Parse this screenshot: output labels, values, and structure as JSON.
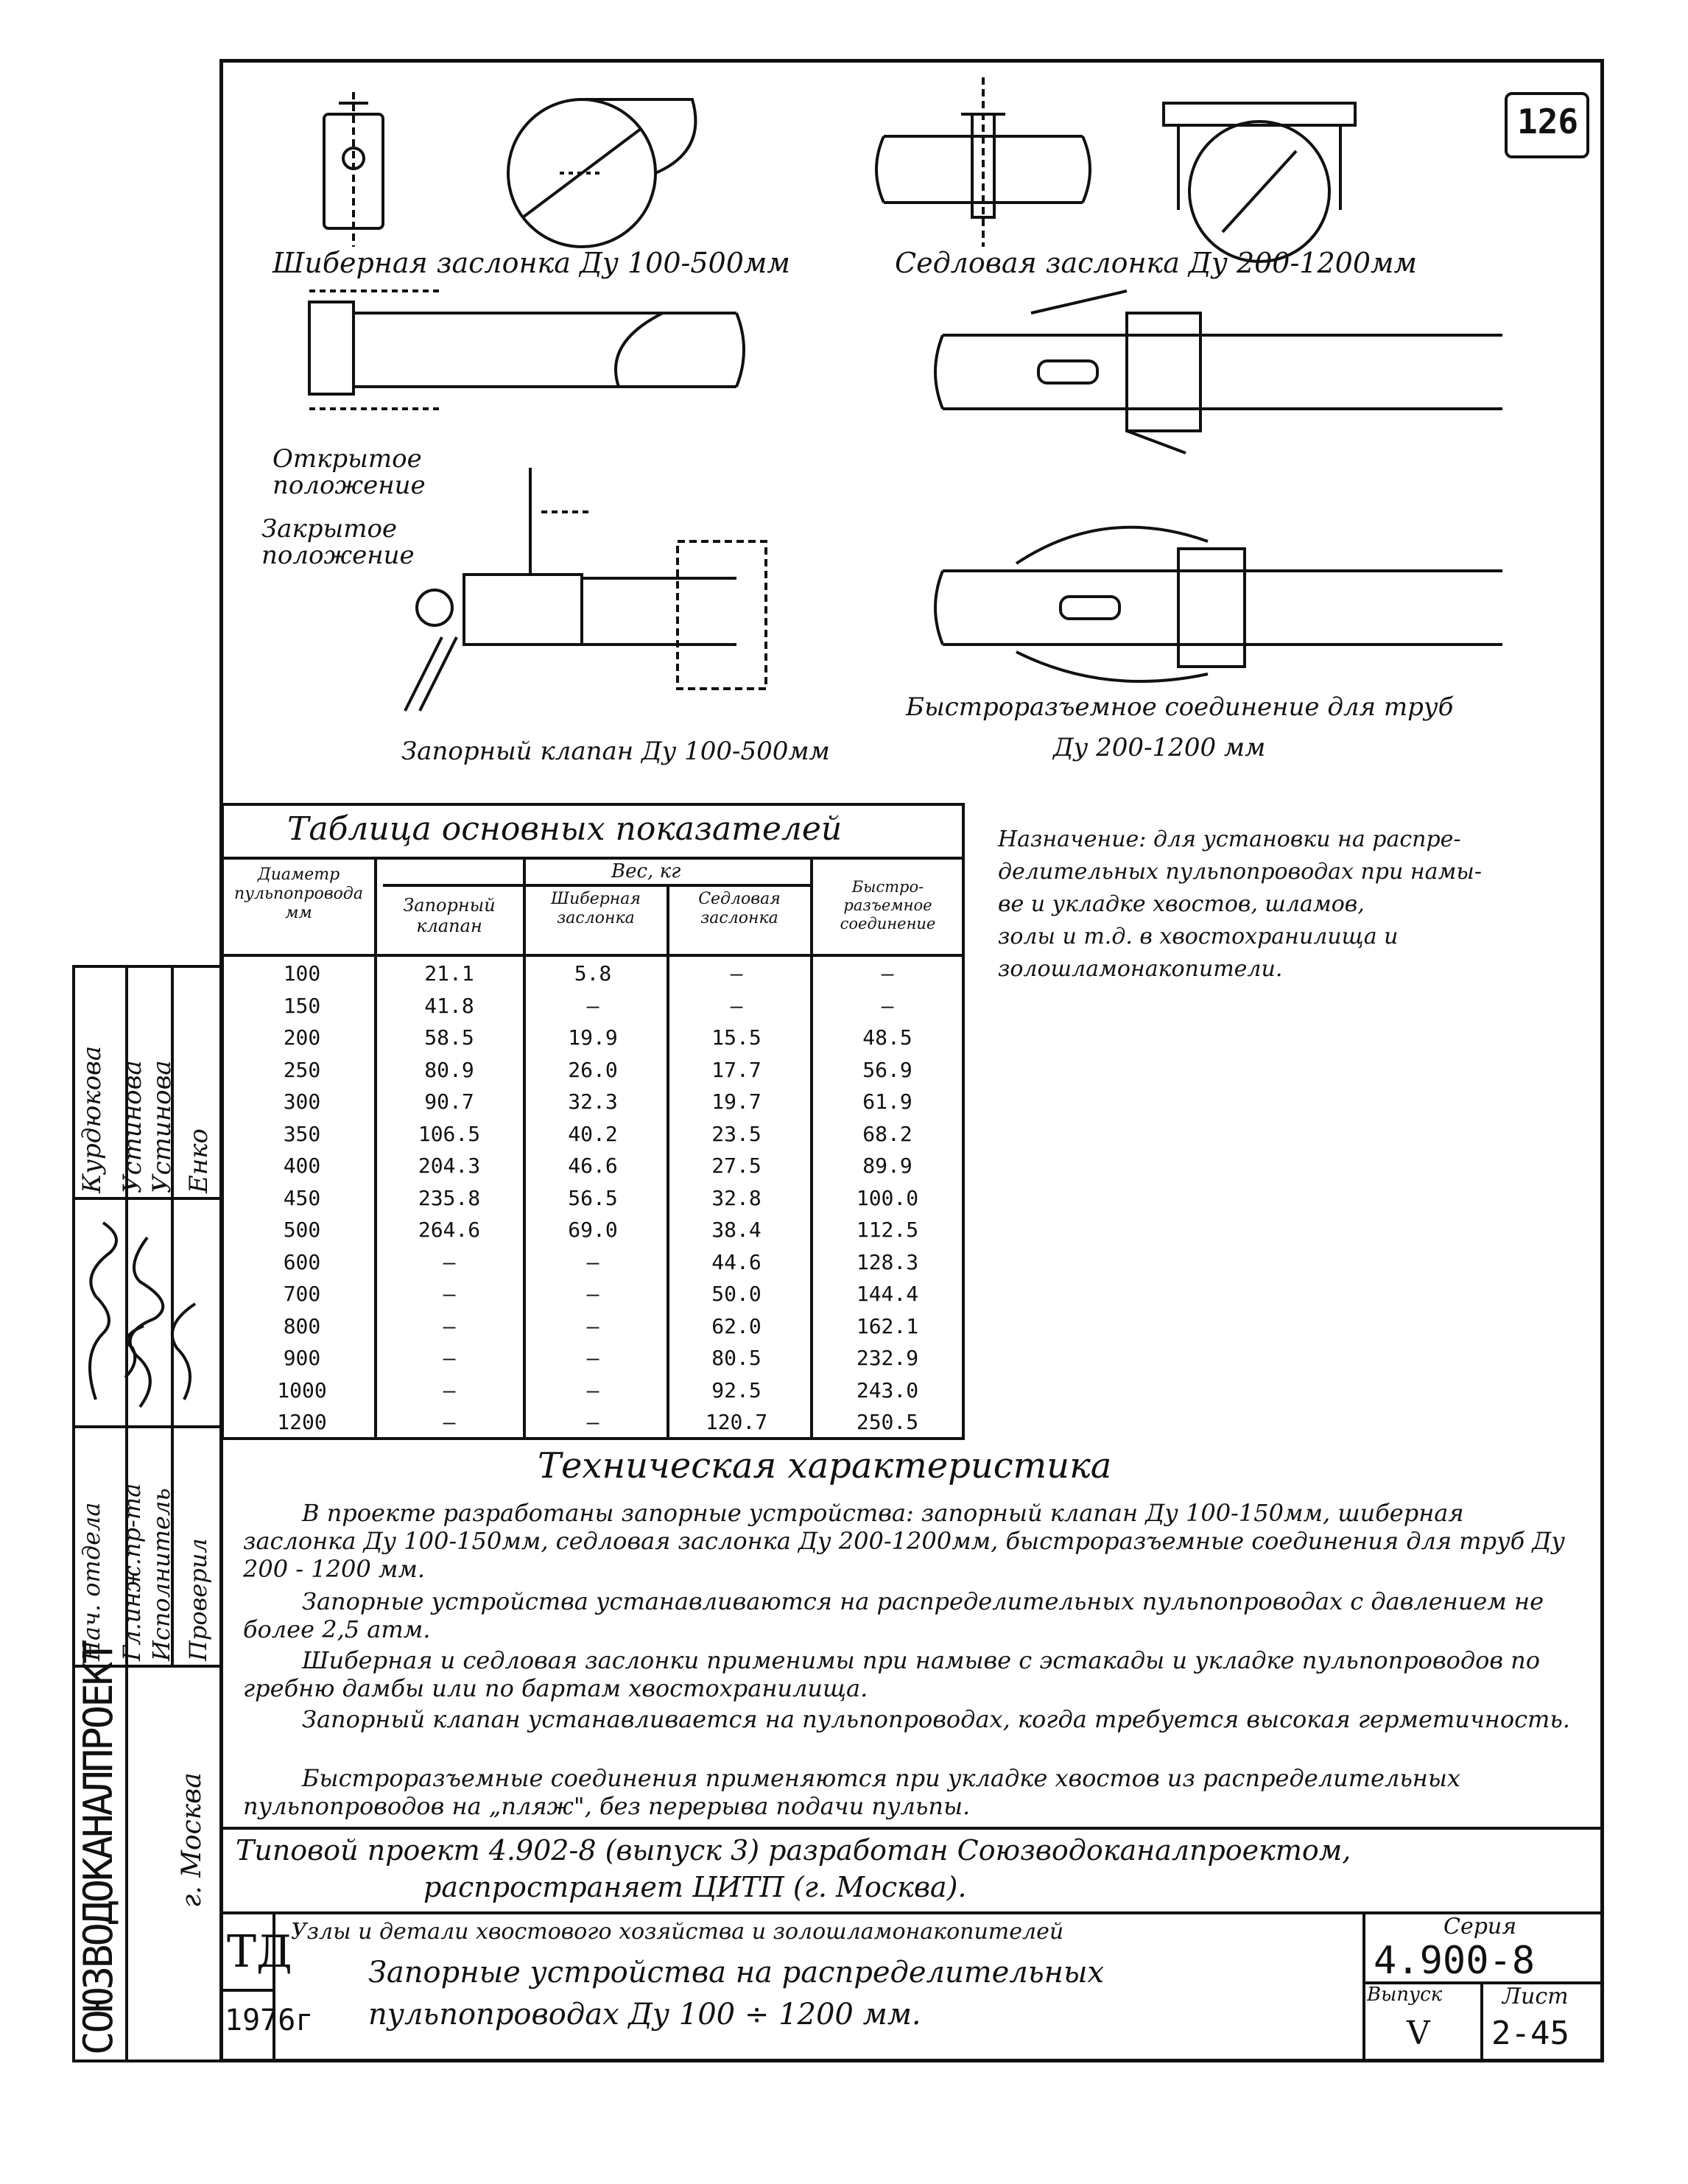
{
  "sheet_number": "126",
  "drawings": {
    "gate_valve_caption": "Шиберная заслонка Ду 100-500мм",
    "saddle_valve_caption": "Седловая заслонка Ду 200-1200мм",
    "open_position": "Открытое положение",
    "closed_position": "Закрытое положение",
    "shutoff_valve_caption": "Запорный клапан Ду 100-500мм",
    "quick_coupling_caption_1": "Быстроразъемное соединение для труб",
    "quick_coupling_caption_2": "Ду 200-1200 мм"
  },
  "table": {
    "title": "Таблица основных показателей",
    "col_diameter": "Диаметр пульпопровода мм",
    "col_shutoff": "Запорный клапан",
    "weight_group": "Вес, кг",
    "col_gate": "Шиберная заслонка",
    "col_saddle": "Седловая заслонка",
    "col_coupling": "Быстро-разъемное соединение",
    "rows": [
      [
        "100",
        "21.1",
        "5.8",
        "—",
        "—"
      ],
      [
        "150",
        "41.8",
        "—",
        "—",
        "—"
      ],
      [
        "200",
        "58.5",
        "19.9",
        "15.5",
        "48.5"
      ],
      [
        "250",
        "80.9",
        "26.0",
        "17.7",
        "56.9"
      ],
      [
        "300",
        "90.7",
        "32.3",
        "19.7",
        "61.9"
      ],
      [
        "350",
        "106.5",
        "40.2",
        "23.5",
        "68.2"
      ],
      [
        "400",
        "204.3",
        "46.6",
        "27.5",
        "89.9"
      ],
      [
        "450",
        "235.8",
        "56.5",
        "32.8",
        "100.0"
      ],
      [
        "500",
        "264.6",
        "69.0",
        "38.4",
        "112.5"
      ],
      [
        "600",
        "—",
        "—",
        "44.6",
        "128.3"
      ],
      [
        "700",
        "—",
        "—",
        "50.0",
        "144.4"
      ],
      [
        "800",
        "—",
        "—",
        "62.0",
        "162.1"
      ],
      [
        "900",
        "—",
        "—",
        "80.5",
        "232.9"
      ],
      [
        "1000",
        "—",
        "—",
        "92.5",
        "243.0"
      ],
      [
        "1200",
        "—",
        "—",
        "120.7",
        "250.5"
      ]
    ]
  },
  "purpose": {
    "lines": [
      "Назначение: для установки на распре-",
      "делительных пульпопроводах при намы-",
      "ве и укладке хвостов, шламов,",
      "золы и т.д. в хвостохранилища и",
      "золошламонакопители."
    ]
  },
  "tech": {
    "heading": "Техническая характеристика",
    "p1": "В проекте разработаны запорные устройства: запорный клапан Ду 100-150мм, шиберная заслонка Ду 100-150мм, седловая заслонка Ду 200-1200мм, быстроразъемные соединения для труб Ду 200 - 1200 мм.",
    "p2": "Запорные устройства устанавливаются на распределительных пульпопроводах с давлением не более 2,5 атм.",
    "p3": "Шиберная и седловая заслонки применимы при намыве с эстакады и укладке пульпопроводов по гребню дамбы или по бартам хвостохранилища.",
    "p4": "Запорный клапан устанавливается на пульпопроводах, когда требуется высокая герметичность.",
    "p5": "Быстроразъемные соединения применяются при укладке хвостов из распределительных пульпопроводов на „пляж\", без перерыва подачи пульпы."
  },
  "note": {
    "line1": "Типовой проект 4.902-8 (выпуск 3) разработан Союзводоканалпроектом,",
    "line2": "распространяет ЦИТП (г. Москва)."
  },
  "title_block": {
    "td": "ТД",
    "year": "1976г",
    "line1": "Узлы и детали хвостового хозяйства и золошламонакопителей",
    "line2": "Запорные устройства на распределительных",
    "line3": "пульпопроводах Ду 100 ÷ 1200 мм.",
    "series_label": "Серия",
    "series_value": "4.900-8",
    "issue_label": "Выпуск",
    "issue_value": "V",
    "sheet_label": "Лист",
    "sheet_value": "2-45"
  },
  "side_stamp": {
    "org": "СОЮЗВОДОКАНАЛПРОЕКТ",
    "city": "г. Москва",
    "roles": [
      "Нач. отдела",
      "Гл.инж.пр-та",
      "Исполнитель",
      "Проверил"
    ],
    "names": [
      "Курдюкова",
      "Устинова",
      "Устинова",
      "Енко"
    ]
  }
}
